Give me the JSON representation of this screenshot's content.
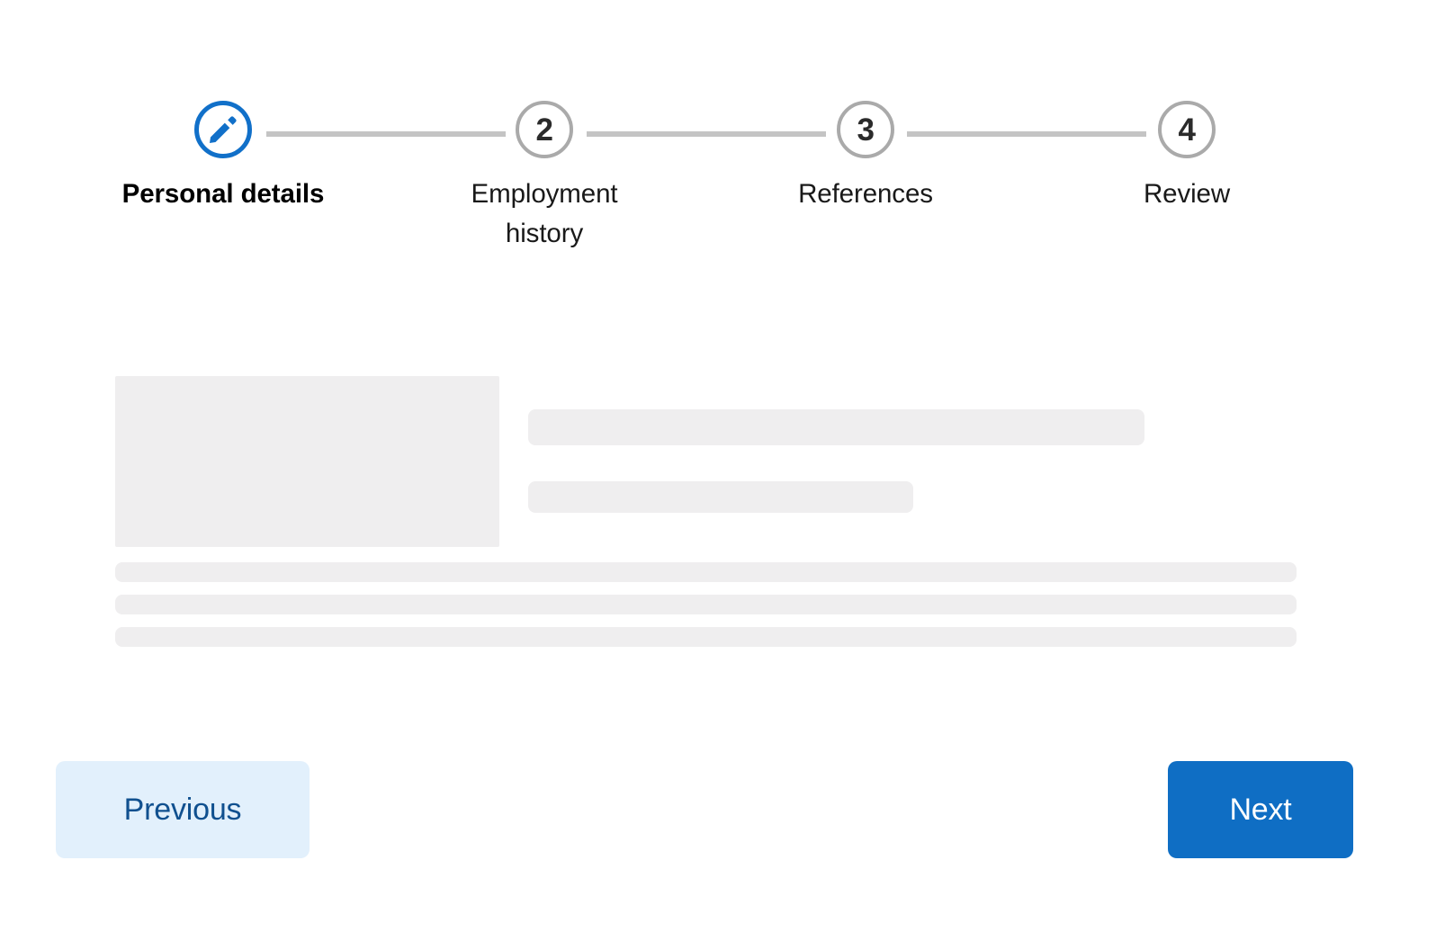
{
  "stepper": {
    "steps": [
      {
        "id": "personal-details",
        "indicator": "pencil-icon",
        "number": "",
        "label": "Personal details",
        "state": "active"
      },
      {
        "id": "employment-history",
        "indicator": "number",
        "number": "2",
        "label": "Employment history",
        "state": "pending"
      },
      {
        "id": "references",
        "indicator": "number",
        "number": "3",
        "label": "References",
        "state": "pending"
      },
      {
        "id": "review",
        "indicator": "number",
        "number": "4",
        "label": "Review",
        "state": "pending"
      }
    ]
  },
  "content": {
    "type": "loading-skeleton",
    "placeholders": [
      {
        "name": "image-placeholder"
      },
      {
        "name": "heading-placeholder"
      },
      {
        "name": "subheading-placeholder"
      },
      {
        "name": "text-line-placeholder-1"
      },
      {
        "name": "text-line-placeholder-2"
      },
      {
        "name": "text-line-placeholder-3"
      }
    ]
  },
  "footer": {
    "previous_label": "Previous",
    "next_label": "Next"
  },
  "colors": {
    "accent": "#0f6ec4",
    "accent_soft": "#e2f0fc",
    "accent_text": "#10508f",
    "pending_border": "#aaaaaa",
    "connector": "#c4c4c4",
    "skeleton": "#efeeef",
    "label_text": "#191919"
  }
}
